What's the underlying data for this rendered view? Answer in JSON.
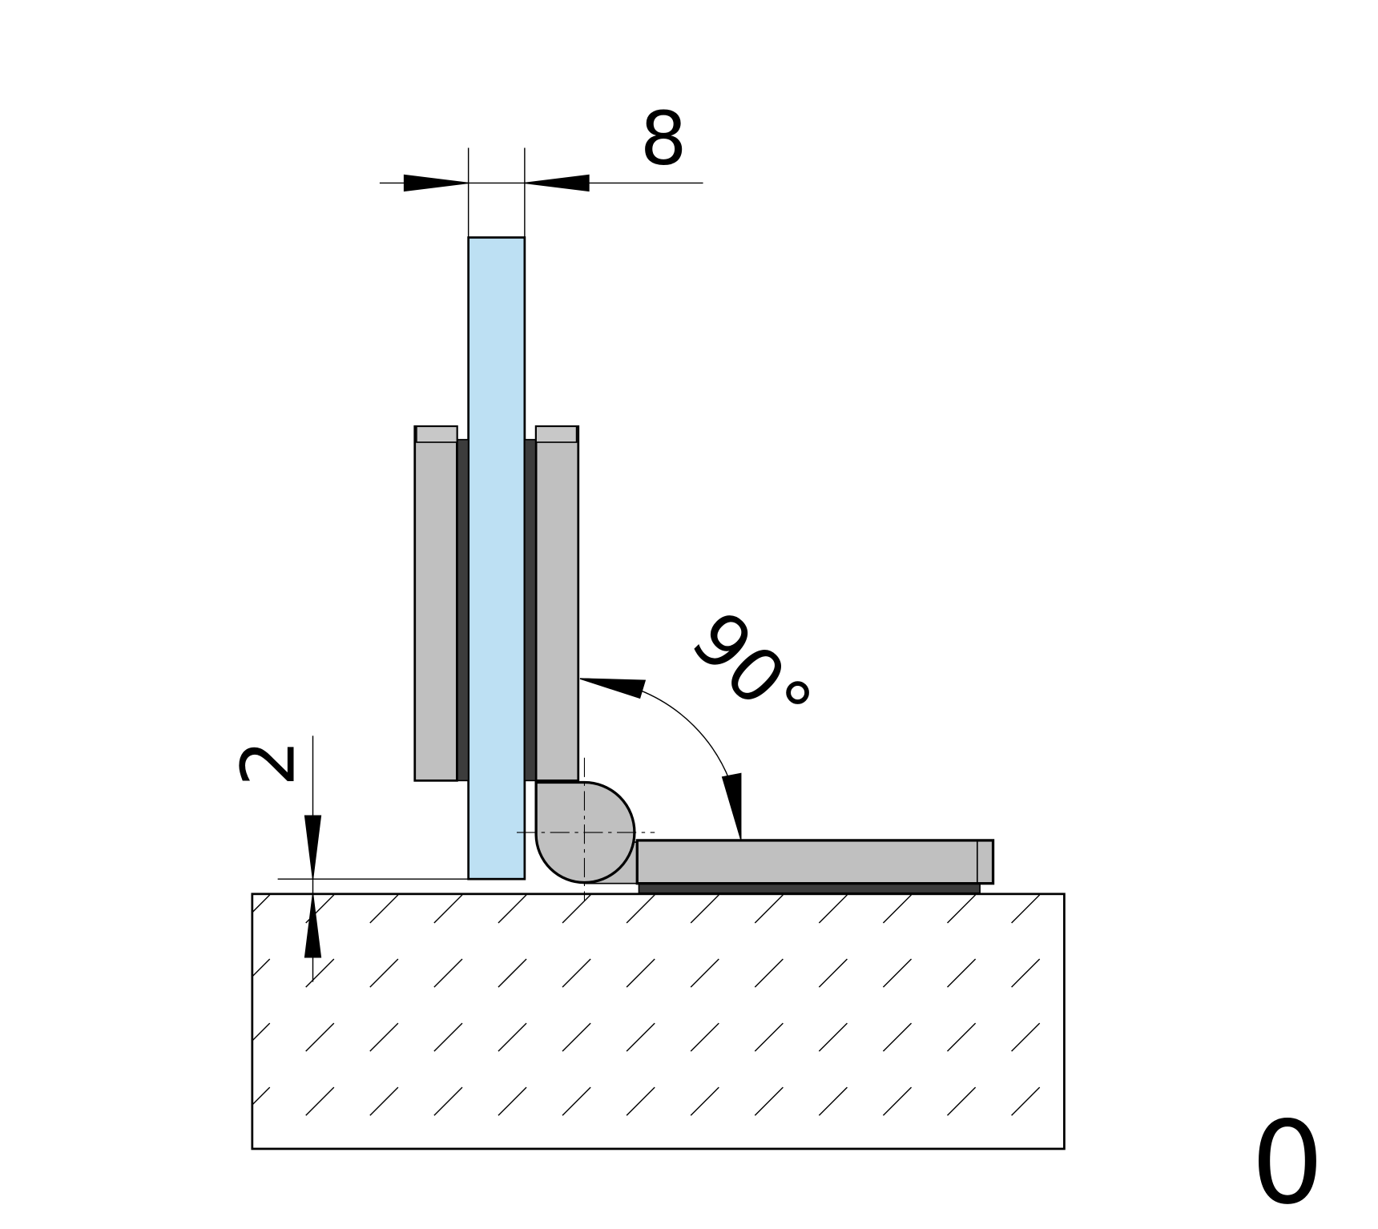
{
  "drawing": {
    "dimensions": {
      "glass_thickness": "8",
      "floor_gap": "2",
      "opening_angle": "90°"
    },
    "sheet_label": "0",
    "colors": {
      "glass": "#bde0f3",
      "metal": "#c0c0c0",
      "gasket": "#3c3c3c",
      "line": "#000000"
    }
  }
}
